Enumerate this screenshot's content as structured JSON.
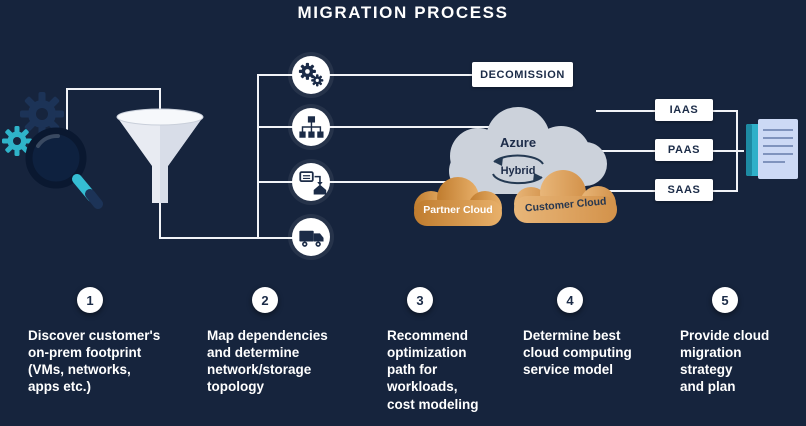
{
  "title": "MIGRATION PROCESS",
  "flow": {
    "decommission_label": "DECOMISSION",
    "cloud": {
      "azure_label": "Azure",
      "hybrid_label": "Hybrid",
      "partner_label": "Partner Cloud",
      "customer_label": "Customer Cloud"
    },
    "service_models": [
      "IAAS",
      "PAAS",
      "SAAS"
    ]
  },
  "icons": {
    "discover": "magnifier-gears-icon",
    "filter": "funnel-icon",
    "node1": "gears-icon",
    "node2": "topology-icon",
    "node3": "storage-migration-icon",
    "node4": "truck-icon",
    "output": "documents-icon"
  },
  "steps": [
    {
      "number": "1",
      "text": "Discover customer's\non-prem footprint\n(VMs, networks,\napps etc.)"
    },
    {
      "number": "2",
      "text": "Map  dependencies\nand  determine\nnetwork/storage\ntopology"
    },
    {
      "number": "3",
      "text": "Recommend\noptimization\npath for\nworkloads,\ncost modeling"
    },
    {
      "number": "4",
      "text": "Determine best\ncloud computing\nservice model"
    },
    {
      "number": "5",
      "text": "Provide cloud\nmigration\nstrategy\nand plan"
    }
  ],
  "colors": {
    "background": "#16243d",
    "line": "#f2f4f8",
    "accent_teal": "#2fb3c9",
    "cloud_gray": "#ccd2db",
    "cloud_orange": "#d08a3e",
    "cloud_tan": "#dfa963",
    "text_dark": "#1b2b47",
    "text_light": "#ffffff"
  }
}
